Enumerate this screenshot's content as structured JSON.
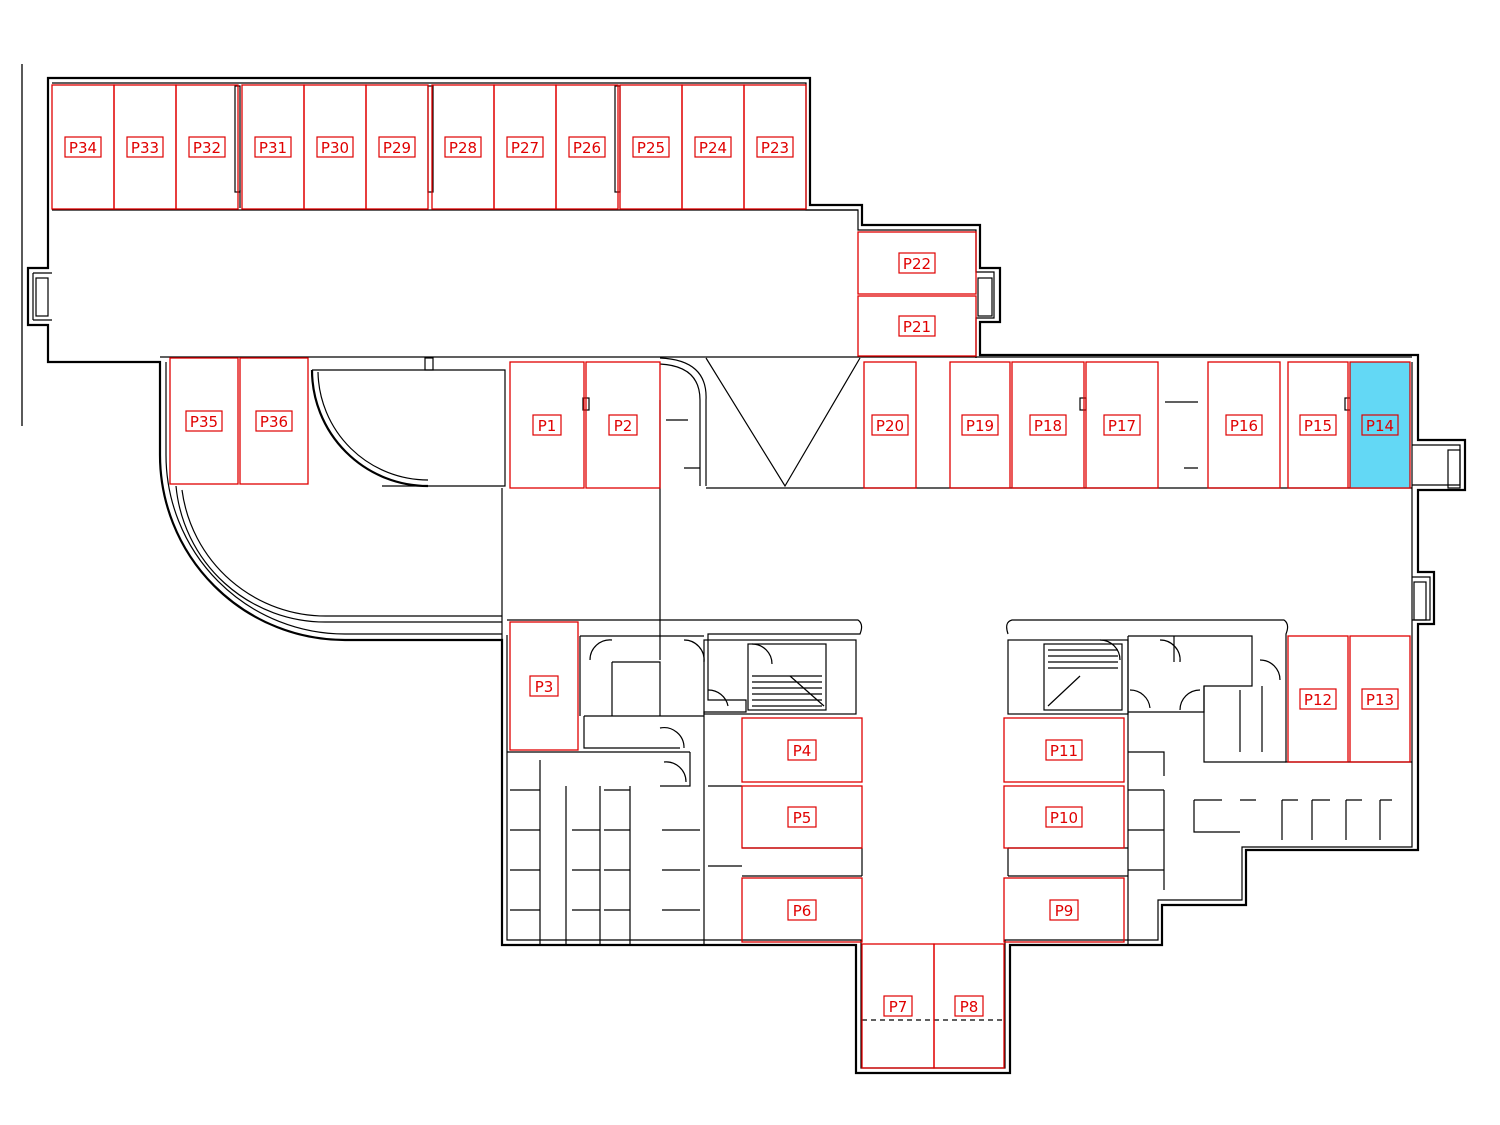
{
  "plan": {
    "highlight_color": "#63d8f5",
    "spot_color": "#e00000",
    "wall_color": "#000000",
    "selected_spot": "P14",
    "spots": [
      "P1",
      "P2",
      "P3",
      "P4",
      "P5",
      "P6",
      "P7",
      "P8",
      "P9",
      "P10",
      "P11",
      "P12",
      "P13",
      "P14",
      "P15",
      "P16",
      "P17",
      "P18",
      "P19",
      "P20",
      "P21",
      "P22",
      "P23",
      "P24",
      "P25",
      "P26",
      "P27",
      "P28",
      "P29",
      "P30",
      "P31",
      "P32",
      "P33",
      "P34",
      "P35",
      "P36"
    ]
  }
}
